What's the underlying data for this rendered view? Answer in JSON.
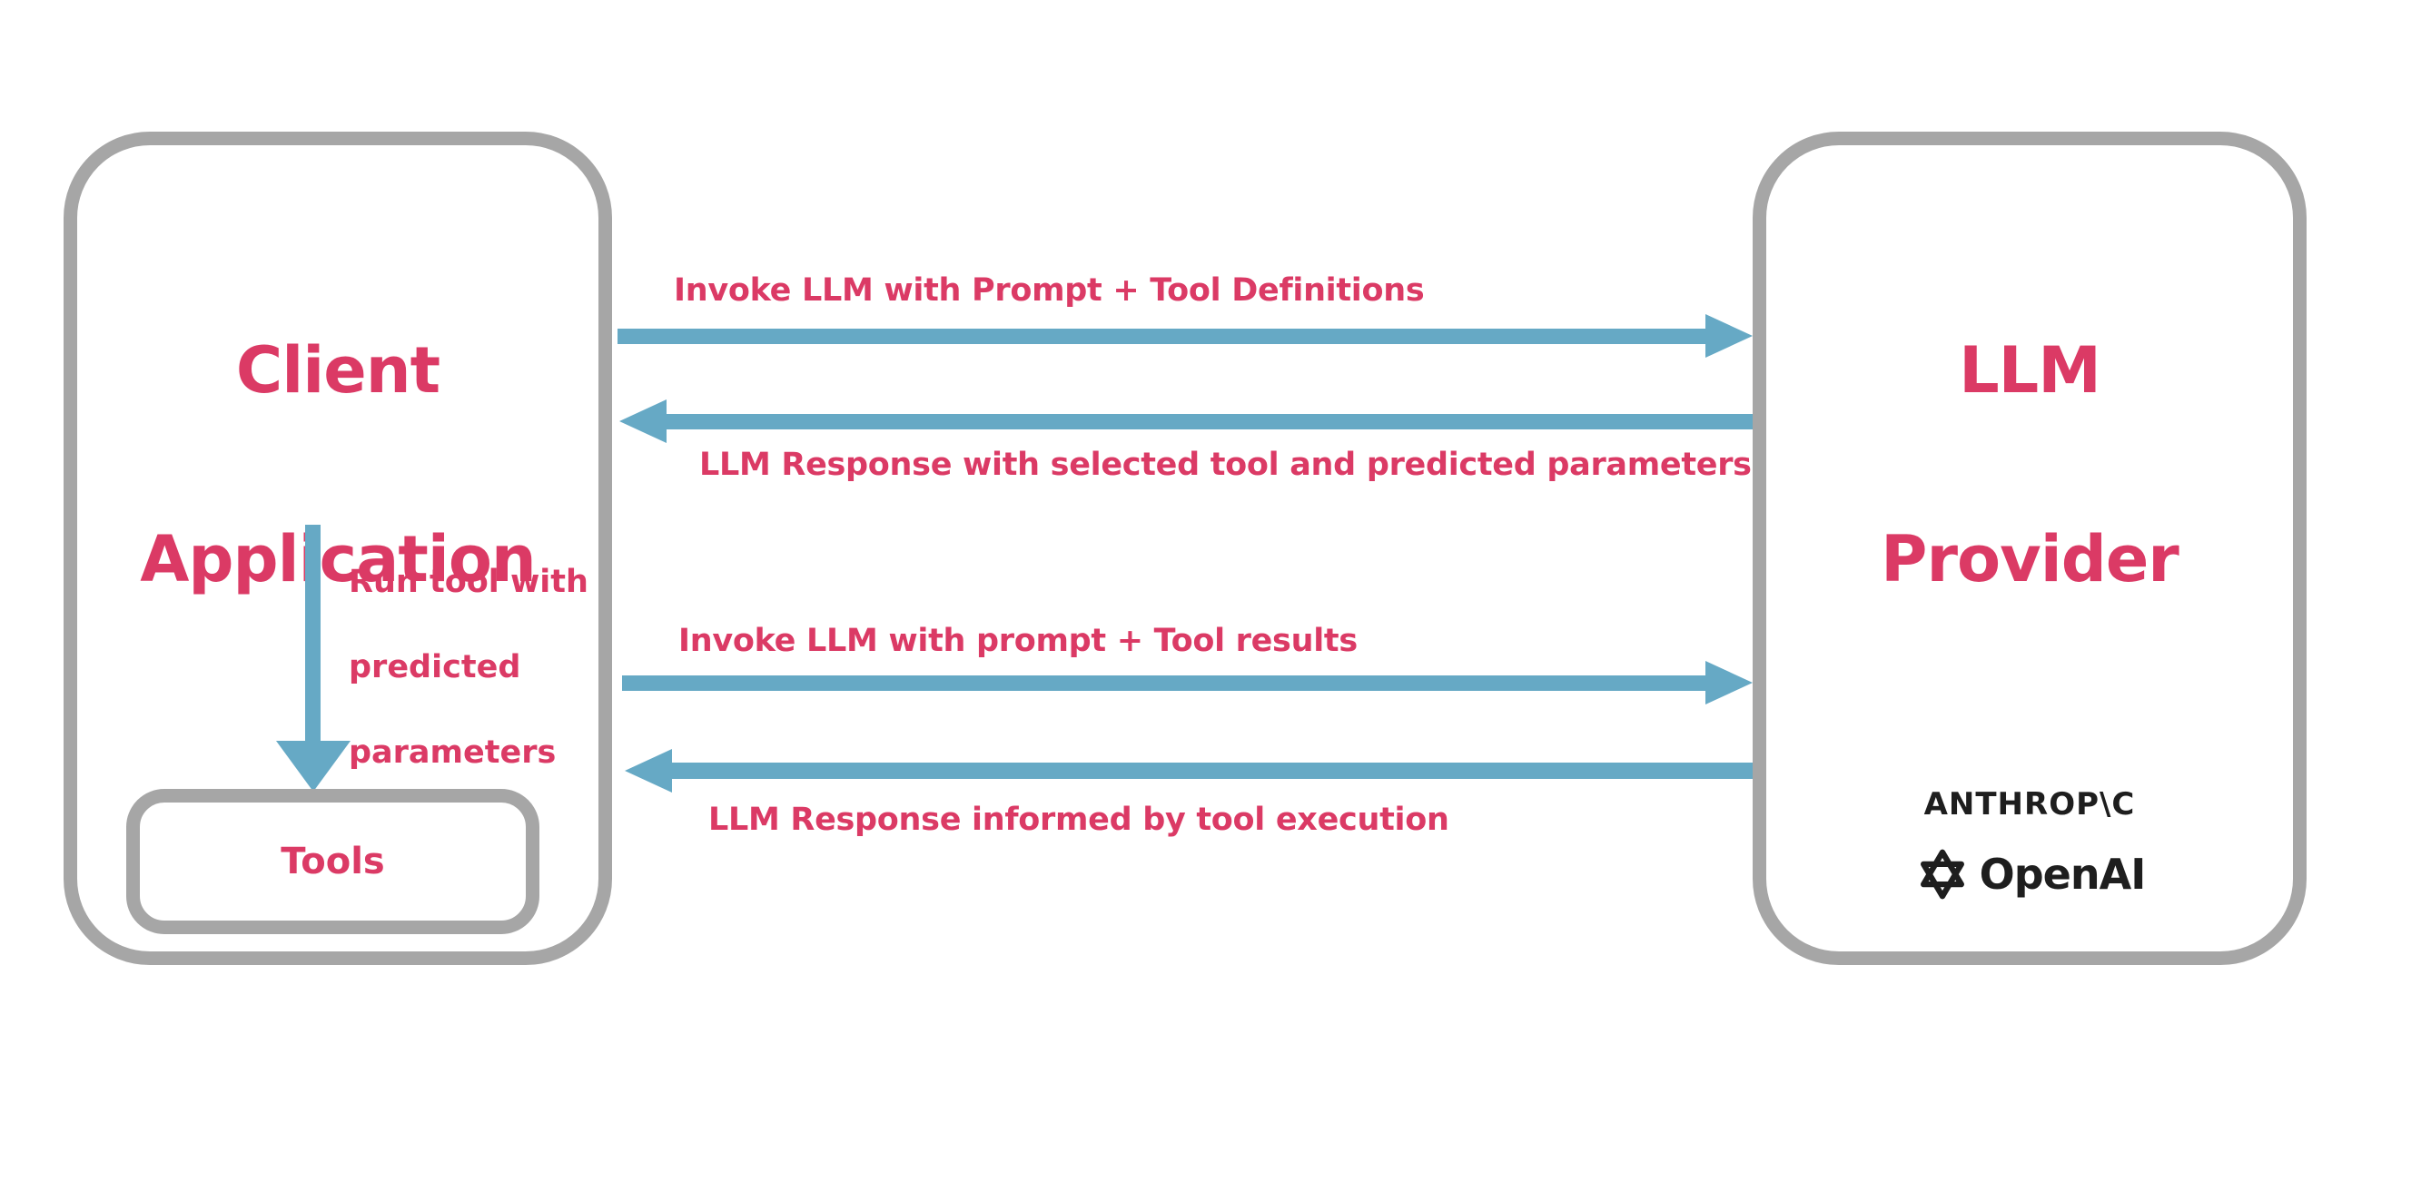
{
  "palette": {
    "pink": "#DB3A65",
    "blue": "#66A9C5",
    "gray": "#A6A6A6",
    "dark": "#1E1E1E"
  },
  "client_box": {
    "title_lines": [
      "Client",
      "Application"
    ],
    "tools_label": "Tools",
    "run_tool_label_lines": [
      "Run tool with",
      "predicted",
      "parameters"
    ]
  },
  "provider_box": {
    "title_lines": [
      "LLM",
      "Provider"
    ],
    "anthropic_logo_text": "ANTHROP\\C",
    "openai_logo_text": "OpenAI",
    "openai_icon": "openai-blossom-knot"
  },
  "arrows": [
    {
      "direction": "right",
      "label": "Invoke LLM with Prompt + Tool Definitions"
    },
    {
      "direction": "left",
      "label": "LLM Response with selected tool and predicted parameters"
    },
    {
      "direction": "right",
      "label": "Invoke LLM with prompt + Tool results"
    },
    {
      "direction": "left",
      "label": "LLM Response informed by tool execution"
    },
    {
      "direction": "down",
      "label": "Run tool with predicted parameters"
    }
  ]
}
